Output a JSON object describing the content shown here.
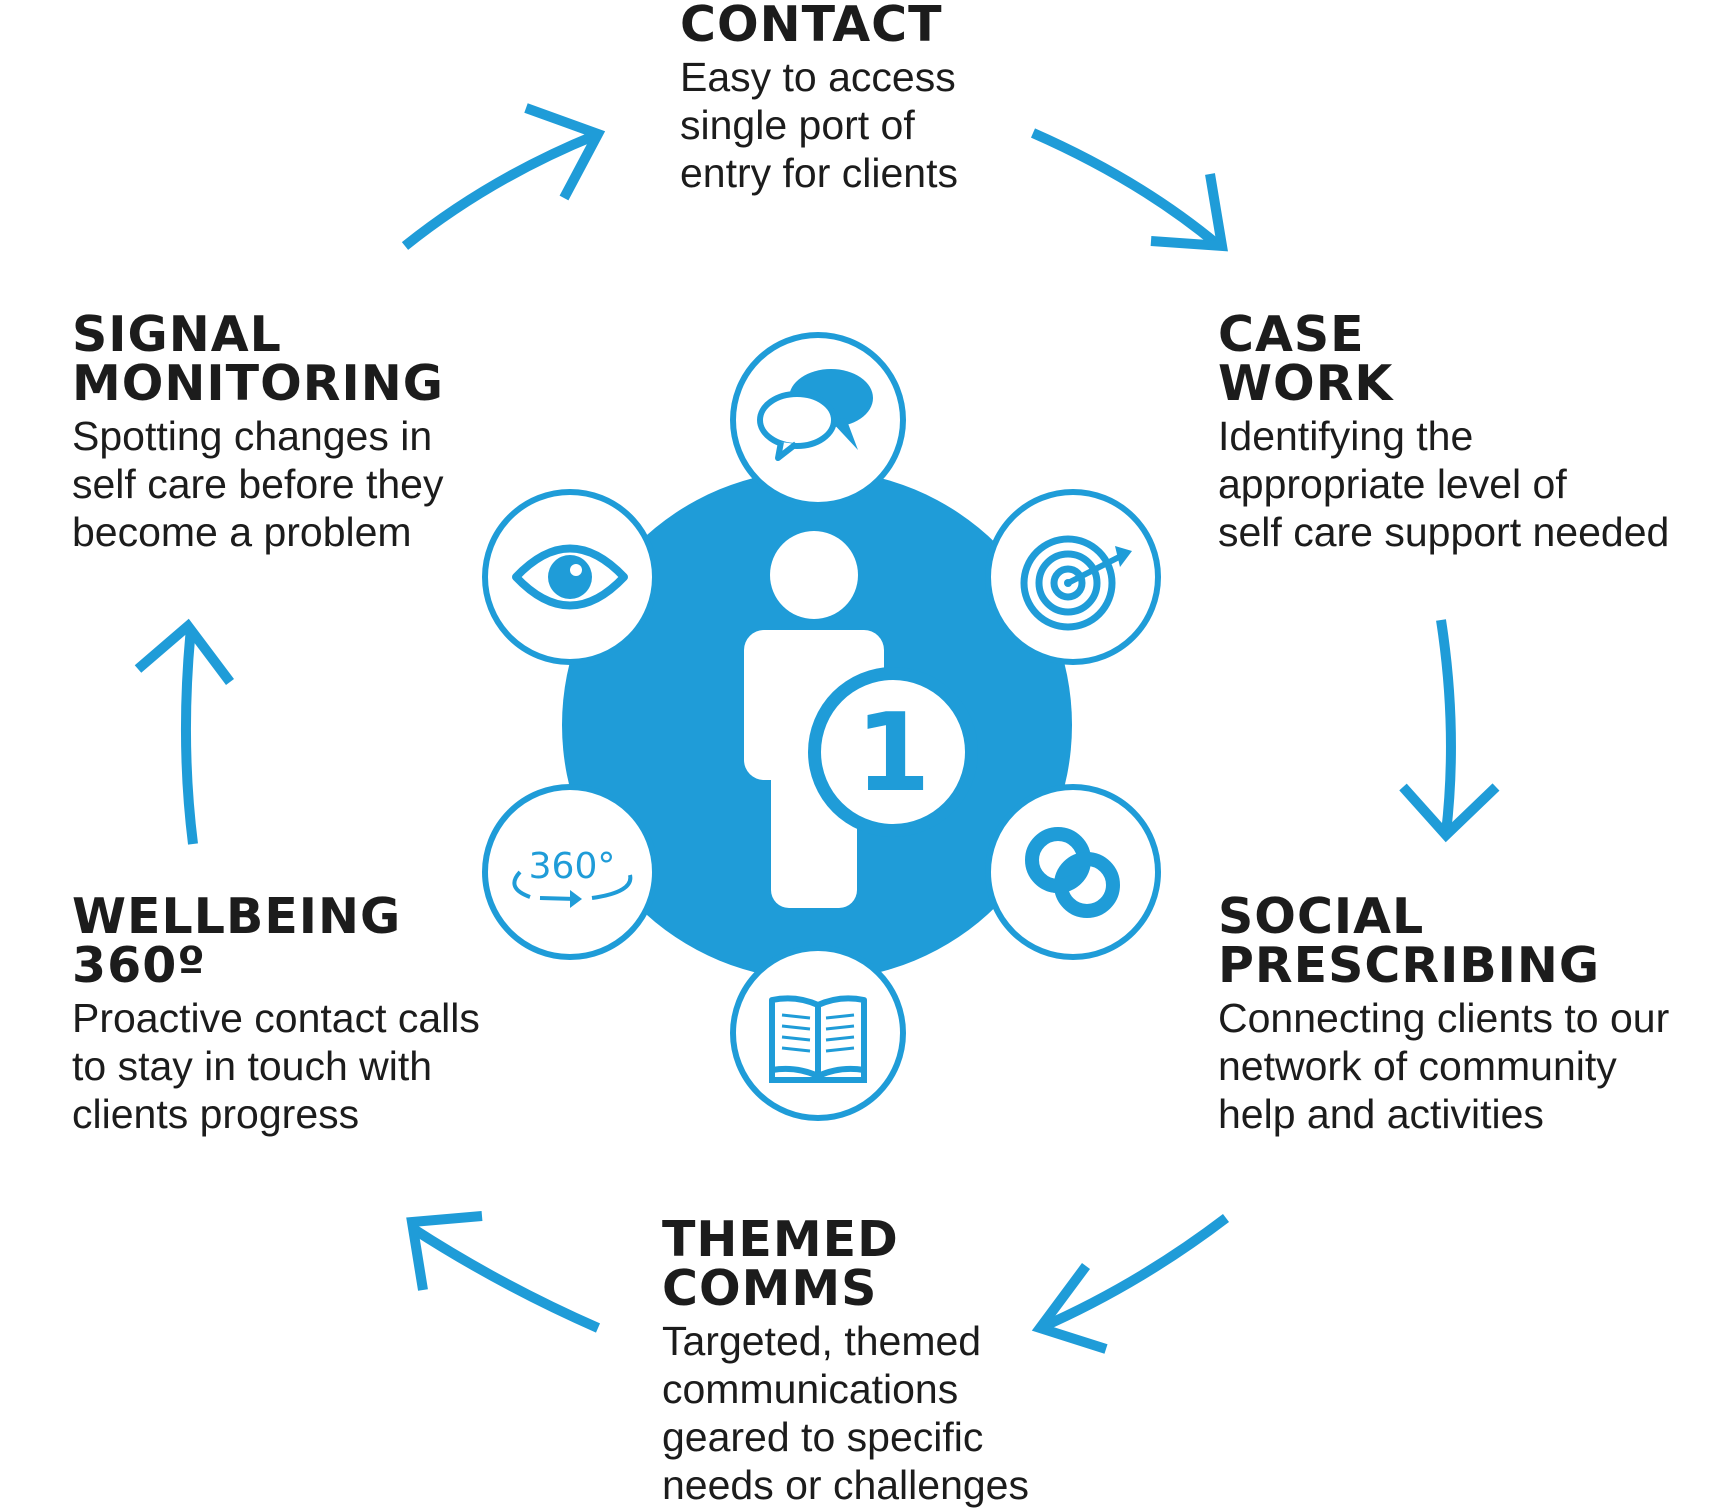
{
  "colors": {
    "accent": "#1f9cd8",
    "text": "#1c1c1c",
    "background": "#ffffff"
  },
  "center": {
    "number": "1",
    "icon": "info-person-icon"
  },
  "steps": [
    {
      "id": "contact",
      "title_lines": [
        "CONTACT"
      ],
      "desc_lines": [
        "Easy to access",
        "single port of",
        "entry for clients"
      ],
      "icon": "speech-bubbles-icon"
    },
    {
      "id": "casework",
      "title_lines": [
        "CASE",
        "WORK"
      ],
      "desc_lines": [
        "Identifying the",
        "appropriate level of",
        "self care support needed"
      ],
      "icon": "target-icon"
    },
    {
      "id": "social",
      "title_lines": [
        "SOCIAL",
        "PRESCRIBING"
      ],
      "desc_lines": [
        "Connecting clients to our",
        "network of community",
        "help and activities"
      ],
      "icon": "linked-rings-icon"
    },
    {
      "id": "themed",
      "title_lines": [
        "THEMED",
        "COMMS"
      ],
      "desc_lines": [
        "Targeted, themed",
        "communications",
        "geared to specific",
        "needs or challenges"
      ],
      "icon": "open-book-icon"
    },
    {
      "id": "wellbeing",
      "title_lines": [
        "WELLBEING",
        "360º"
      ],
      "desc_lines": [
        "Proactive contact calls",
        "to stay in touch with",
        "clients progress"
      ],
      "icon": "rotate-360-icon",
      "icon_text": "360°"
    },
    {
      "id": "signal",
      "title_lines": [
        "SIGNAL",
        "MONITORING"
      ],
      "desc_lines": [
        "Spotting changes in",
        "self care before they",
        "become a problem"
      ],
      "icon": "eye-icon"
    }
  ]
}
